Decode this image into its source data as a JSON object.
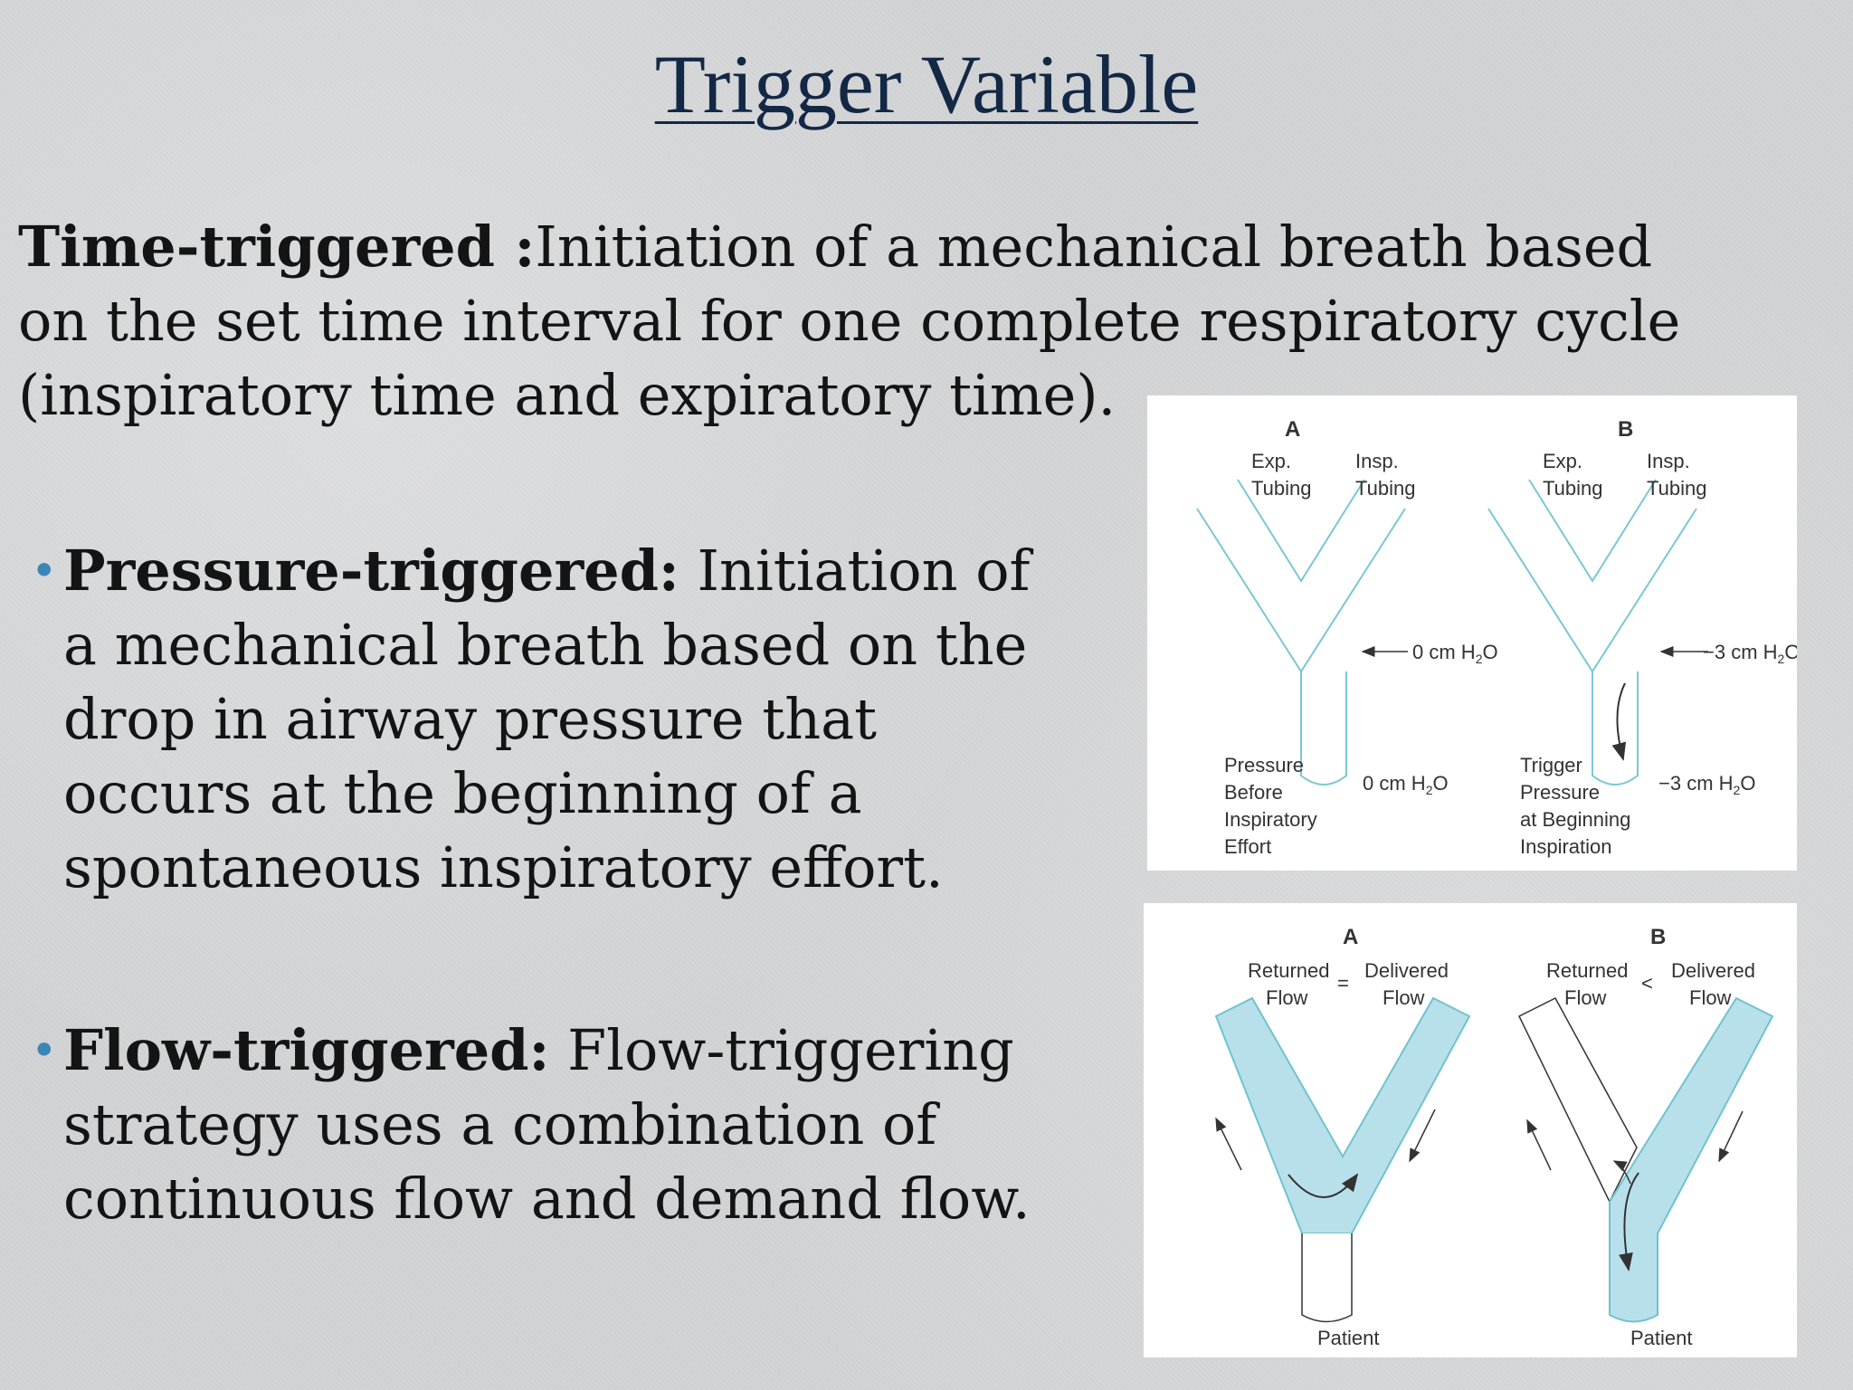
{
  "title": "Trigger Variable",
  "intro": {
    "term": "Time-triggered :",
    "text": "Initiation of a mechanical breath based on the set time interval for one complete respiratory cycle (inspiratory time and expiratory time)."
  },
  "bullets": [
    {
      "term": "Pressure-triggered:",
      "text": " Initiation of a mechanical breath based on the drop in airway pressure that occurs at the beginning of a spontaneous inspiratory effort."
    },
    {
      "term": "Flow-triggered:",
      "text": " Flow-triggering strategy uses a combination of continuous flow and demand flow."
    }
  ],
  "bullet_glyph": "•",
  "diagram_pressure": {
    "panel_a": {
      "letter": "A",
      "exp_1": "Exp.",
      "exp_2": "Tubing",
      "insp_1": "Insp.",
      "insp_2": "Tubing",
      "arrow_val": "0 cm H",
      "sub": "2",
      "tail": "O",
      "bottom_val": "0 cm H",
      "label": [
        "Pressure",
        "Before",
        "Inspiratory",
        "Effort"
      ]
    },
    "panel_b": {
      "letter": "B",
      "exp_1": "Exp.",
      "exp_2": "Tubing",
      "insp_1": "Insp.",
      "insp_2": "Tubing",
      "arrow_val": "−3 cm H",
      "sub": "2",
      "tail": "O",
      "bottom_val": "−3 cm H",
      "label": [
        "Trigger",
        "Pressure",
        "at Beginning",
        "Inspiration"
      ]
    }
  },
  "diagram_flow": {
    "panel_a": {
      "letter": "A",
      "ret_1": "Returned",
      "ret_2": "Flow",
      "sym": "=",
      "del_1": "Delivered",
      "del_2": "Flow",
      "patient": "Patient"
    },
    "panel_b": {
      "letter": "B",
      "ret_1": "Returned",
      "ret_2": "Flow",
      "sym": "<",
      "del_1": "Delivered",
      "del_2": "Flow",
      "patient": "Patient"
    }
  },
  "colors": {
    "title": "#132844",
    "bullet": "#3b86b8",
    "tube_fill": "#b8e0ea",
    "tube_line": "#6fc3cf"
  }
}
